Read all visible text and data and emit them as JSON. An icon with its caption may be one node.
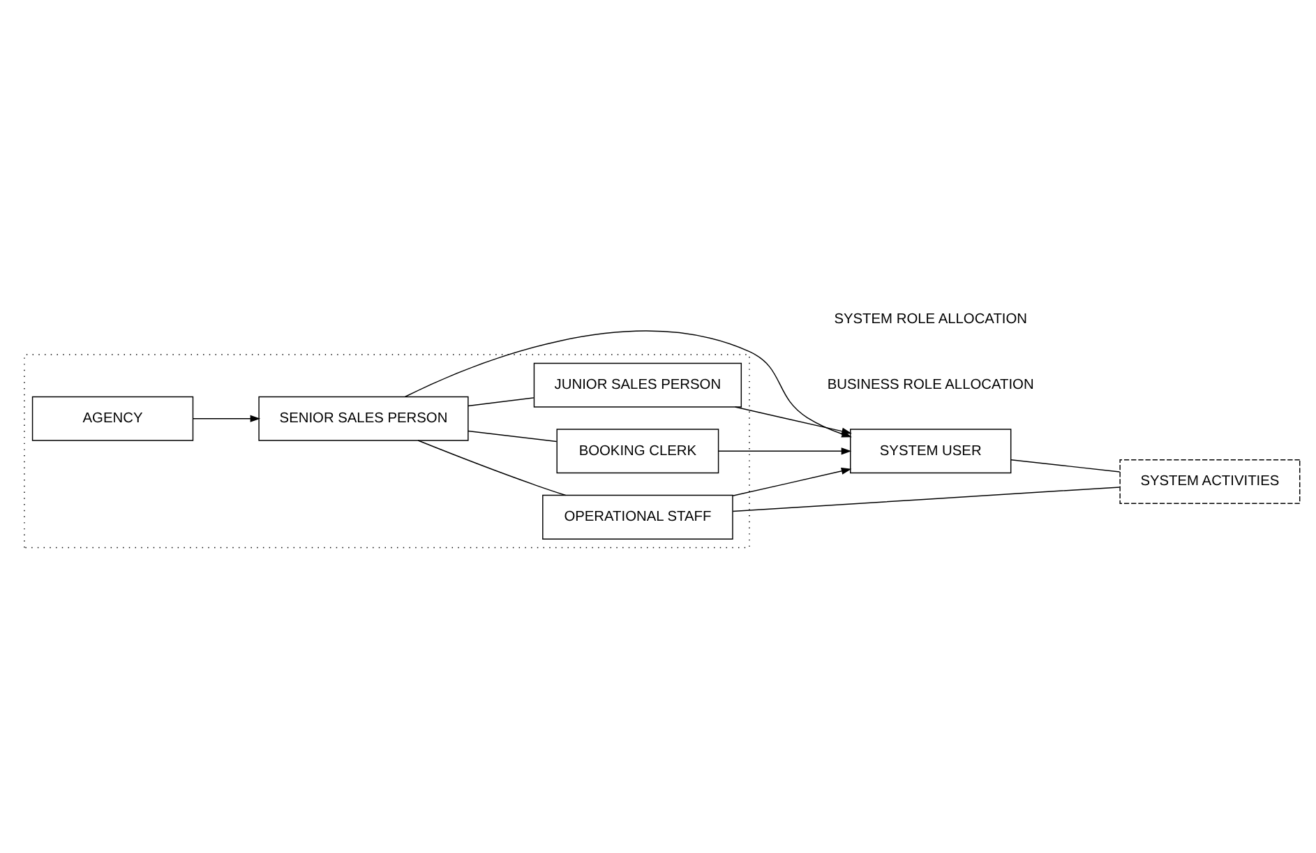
{
  "diagram": {
    "nodes": [
      {
        "text": [],
        "shape": "box"
      },
      {
        "text": [
          "AGENCY"
        ],
        "in": 0
      },
      {
        "text": [
          "SENIOR SALES PERSON"
        ],
        "in": 0
      },
      {
        "text": [
          "JUNIOR SALES PERSON"
        ],
        "in": 0
      },
      {
        "text": [
          "BOOKING CLERK"
        ],
        "in": 0
      },
      {
        "text": [
          "OPERATIONAL STAFF"
        ],
        "in": 0
      },
      {
        "text": [
          "SYSTEM USER"
        ]
      },
      {
        "text": [
          "SYSTEM ACTIVITIES"
        ]
      }
    ],
    "edges": [
      {
        "from": 1,
        "to": 2,
        "arrow": "to"
      },
      {
        "from": 2,
        "to": 3,
        "arrow": "none"
      },
      {
        "from": 2,
        "to": 4,
        "arrow": "none"
      },
      {
        "from": 2,
        "to": 5,
        "arrow": "none"
      },
      {
        "from": 2,
        "to": 6,
        "arrow": "to"
      },
      {
        "from": 3,
        "to": 6,
        "arrow": "to"
      },
      {
        "from": 4,
        "to": 6,
        "arrow": "to"
      },
      {
        "from": 5,
        "to": 6,
        "arrow": "to"
      },
      {
        "from": 6,
        "to": 7,
        "arrow": "none"
      },
      {
        "from": 5,
        "to": 7,
        "arrow": "none"
      }
    ],
    "labels": [
      "BUSINESS ROLE ALLOCATION",
      "SYSTEM ROLE ALLOCATION"
    ]
  }
}
